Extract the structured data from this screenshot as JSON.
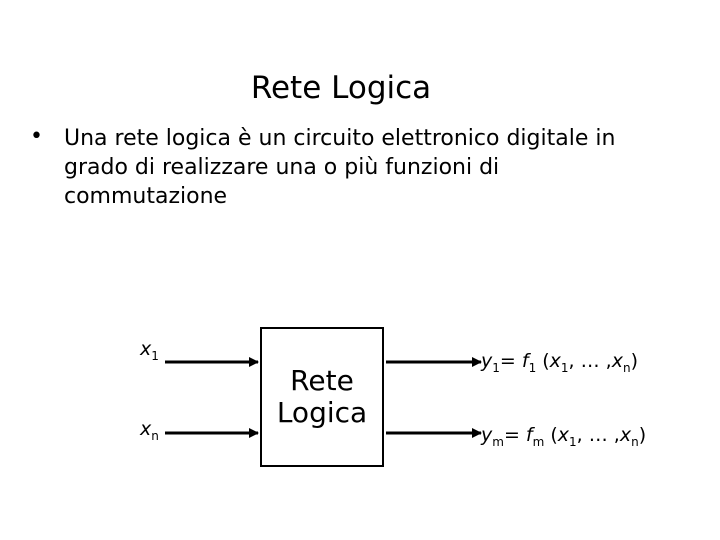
{
  "title": "Rete Logica",
  "bullet": {
    "symbol": "•",
    "text": "Una rete logica è un circuito elettronico digitale in grado di realizzare una o più funzioni di commutazione"
  },
  "diagram": {
    "block_line1": "Rete",
    "block_line2": "Logica",
    "input_top": {
      "var": "x",
      "sub": "1"
    },
    "input_bottom": {
      "var": "x",
      "sub": "n"
    },
    "output_top": {
      "y": "y",
      "ysub": "1",
      "eq": "= ",
      "f": "f",
      "fsub": "1",
      "args_open": " (",
      "x1": "x",
      "x1sub": "1",
      "mid": ", … ,",
      "xn": "x",
      "xnsub": "n",
      "args_close": ")"
    },
    "output_bottom": {
      "y": "y",
      "ysub": "m",
      "eq": "= ",
      "f": "f",
      "fsub": "m",
      "args_open": " (",
      "x1": "x",
      "x1sub": "1",
      "mid": ", … ,",
      "xn": "x",
      "xnsub": "n",
      "args_close": ")"
    }
  }
}
